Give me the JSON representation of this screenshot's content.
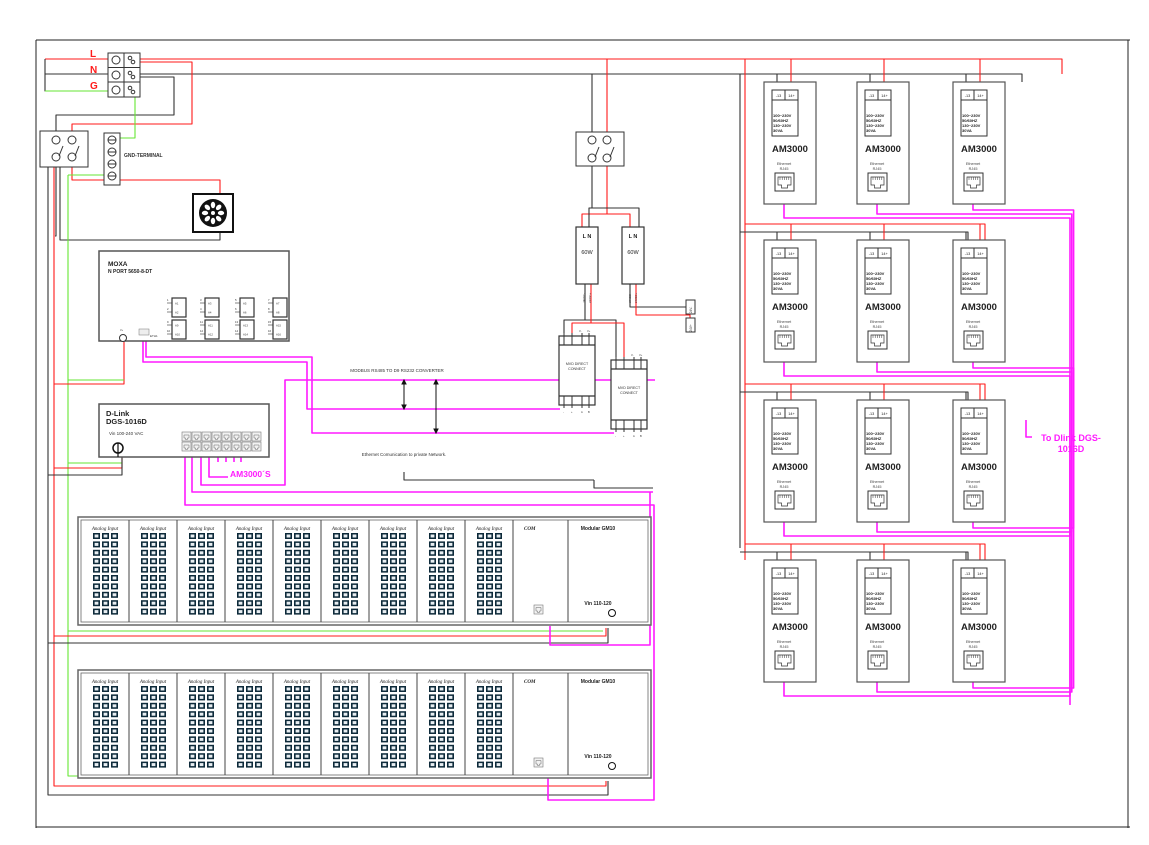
{
  "colors": {
    "line": "#ff1a1a",
    "neutral": "#333333",
    "ground": "#66e633",
    "ethernet": "#ff1aff",
    "label_red": "#ff1a1a",
    "label_magenta": "#ff1aff",
    "box_stroke": "#555555",
    "led_fill": "#0d2a3a"
  },
  "terminal_block": {
    "labels": [
      "L",
      "N",
      "G"
    ]
  },
  "gnd_terminal": {
    "label": "GND-TERMINAL"
  },
  "fan": {
    "icon": "fan-icon"
  },
  "moxa": {
    "title": "MOXA",
    "model": "N PORT 5650-8-DT",
    "power_label": "V+",
    "eth_label": "ETH1",
    "ports": [
      {
        "nums": [
          "1",
          "2"
        ],
        "labels": [
          "A1",
          "A2"
        ]
      },
      {
        "nums": [
          "3",
          "4"
        ],
        "labels": [
          "A3",
          "A4"
        ]
      },
      {
        "nums": [
          "5",
          "6"
        ],
        "labels": [
          "A5",
          "A6"
        ]
      },
      {
        "nums": [
          "7",
          "8"
        ],
        "labels": [
          "A7",
          "A8"
        ]
      },
      {
        "nums": [
          "9",
          "10"
        ],
        "labels": [
          "A9",
          "A10"
        ]
      },
      {
        "nums": [
          "11",
          "12"
        ],
        "labels": [
          "A11",
          "A12"
        ]
      },
      {
        "nums": [
          "13",
          "14"
        ],
        "labels": [
          "A13",
          "A14"
        ]
      },
      {
        "nums": [
          "15",
          "16"
        ],
        "labels": [
          "A15",
          "A16"
        ]
      }
    ]
  },
  "dlink": {
    "brand": "D-Link",
    "model": "DGS-1016D",
    "vin": "Vin 100-240 VAC",
    "port_count": 16,
    "am3000_label": "AM3000´S"
  },
  "power_supplies": [
    {
      "terminals": "L  N",
      "rating": "60W",
      "out_minus": "24VDC-",
      "out_plus": "24VDC+"
    },
    {
      "terminals": "L  N",
      "rating": "60W",
      "out_minus": "24VDC-",
      "out_plus": "24VDC+"
    }
  ],
  "fuse_labels": [
    "24V-",
    "24V+"
  ],
  "mvd": [
    {
      "label_1": "MVD DIRECT",
      "label_2": "CONNECT",
      "top_pins": [
        "V-",
        "V+"
      ],
      "bottom_pins": [
        "-",
        "+",
        "A",
        "B"
      ]
    },
    {
      "label_1": "MVD DIRECT",
      "label_2": "CONNECT",
      "top_pins": [
        "V-",
        "V+"
      ],
      "bottom_pins": [
        "-",
        "+",
        "A",
        "B"
      ]
    }
  ],
  "annotations": {
    "converter": "MODBUS RS485 TO D9 RS232 CONVERTER",
    "ethernet_comm": "Ethernet Comunication to private Network.",
    "to_dlink_1": "To Dlink DGS-",
    "to_dlink_2": "1016D"
  },
  "gm10": [
    {
      "module_label": "Analog Input",
      "module_count": 9,
      "com_label": "COM",
      "title": "Modular GM10",
      "vin": "Vin 110-120"
    },
    {
      "module_label": "Analog Input",
      "module_count": 9,
      "com_label": "COM",
      "title": "Modular GM10",
      "vin": "Vin 110-120"
    }
  ],
  "am3000": {
    "title": "AM3000",
    "terminal_minus": "-13",
    "terminal_plus": "14+",
    "spec": [
      "100~230V",
      "50/60HZ",
      "130~230V",
      "30VA"
    ],
    "eth_1": "Ethernet",
    "eth_2": "RJ45",
    "rows": 4,
    "cols": 3
  }
}
